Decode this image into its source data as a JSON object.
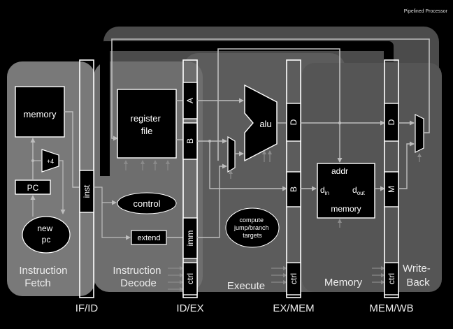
{
  "title": "Pipelined Processor",
  "stages": {
    "fetch": "Instruction\nFetch",
    "decode": "Instruction\nDecode",
    "execute": "Execute",
    "memory": "Memory",
    "writeback": "Write-\nBack"
  },
  "registers": {
    "if_id": "IF/ID",
    "id_ex": "ID/EX",
    "ex_mem": "EX/MEM",
    "mem_wb": "MEM/WB"
  },
  "fields": {
    "inst": "inst",
    "a": "A",
    "b": "B",
    "imm": "imm",
    "ctrl": "ctrl",
    "d": "D",
    "m": "M"
  },
  "blocks": {
    "imem": "memory",
    "pc": "PC",
    "plus4": "+4",
    "newpc": "new\npc",
    "regfile": "register\nfile",
    "control": "control",
    "extend": "extend",
    "alu": "alu",
    "compute": "compute\njump/branch\ntargets",
    "dmem_addr": "addr",
    "dmem_din": "d",
    "dmem_din_sub": "in",
    "dmem_dout": "d",
    "dmem_dout_sub": "out",
    "dmem_label": "memory"
  }
}
